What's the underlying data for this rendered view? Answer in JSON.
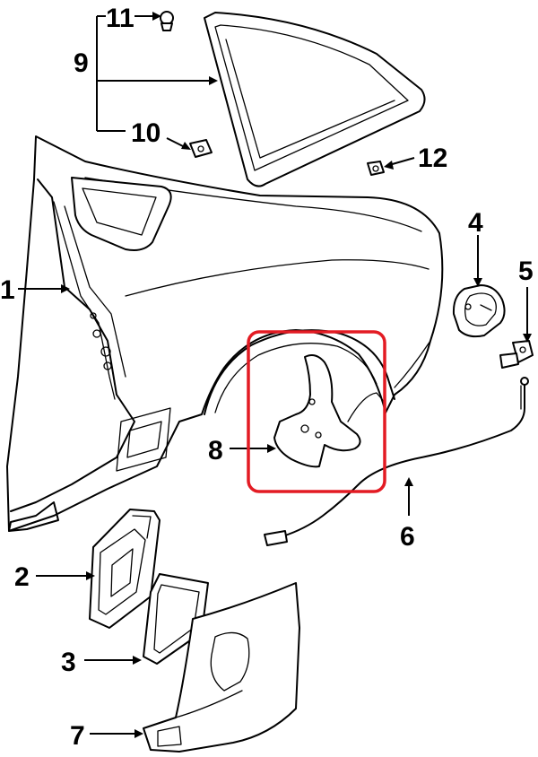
{
  "callouts": [
    {
      "id": "1",
      "label": "1"
    },
    {
      "id": "2",
      "label": "2"
    },
    {
      "id": "3",
      "label": "3"
    },
    {
      "id": "4",
      "label": "4"
    },
    {
      "id": "5",
      "label": "5"
    },
    {
      "id": "6",
      "label": "6"
    },
    {
      "id": "7",
      "label": "7"
    },
    {
      "id": "8",
      "label": "8"
    },
    {
      "id": "9",
      "label": "9"
    },
    {
      "id": "10",
      "label": "10"
    },
    {
      "id": "11",
      "label": "11"
    },
    {
      "id": "12",
      "label": "12"
    }
  ],
  "highlight": {
    "target": "8",
    "color": "#e31b23"
  },
  "colors": {
    "line": "#000000",
    "background": "#ffffff"
  }
}
